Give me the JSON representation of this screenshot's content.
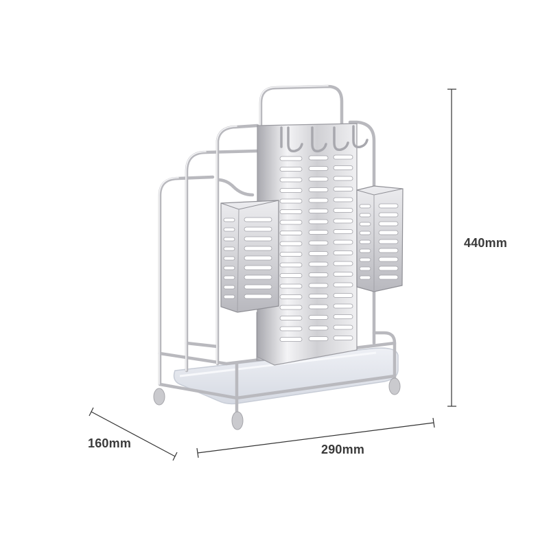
{
  "dimensions": {
    "height": "440mm",
    "depth": "160mm",
    "width": "290mm"
  },
  "colors": {
    "background": "#ffffff",
    "dimension_line": "#333333",
    "dimension_text": "#3a3a3a",
    "steel_light": "#f2f2f2",
    "steel_mid": "#c9c9cc",
    "steel_dark": "#8e8e94",
    "tray": "#e4e7ee",
    "foot": "#c8c8cc"
  }
}
